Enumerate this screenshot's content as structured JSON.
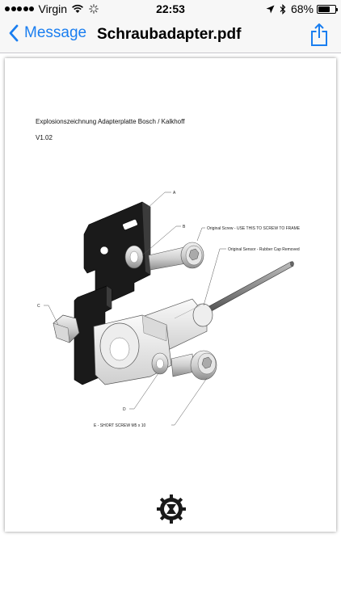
{
  "status_bar": {
    "carrier": "Virgin",
    "time": "22:53",
    "battery_percent": "68%",
    "battery_level": 0.68,
    "icons": [
      "signal-dots-icon",
      "wifi-icon",
      "activity-spinner-icon",
      "location-arrow-icon",
      "bluetooth-icon",
      "battery-icon"
    ]
  },
  "nav": {
    "back_label": "Message",
    "title": "Schraubadapter.pdf",
    "share_icon": "share-icon",
    "accent": "#1a7ef0"
  },
  "document": {
    "title": "Explosionszeichnung Adapterplatte Bosch / Kalkhoff",
    "version": "V1.02",
    "callouts": {
      "a": "A",
      "b": "B",
      "c": "C",
      "d": "D",
      "original_screw": "Original Screw - USE THIS TO SCREW TO FRAME",
      "original_sensor": "Original Sensor - Rubber Cap Removed",
      "short_screw": "E - SHORT SCREW M5 x 10"
    },
    "logo_icon": "gear-logo-icon"
  }
}
